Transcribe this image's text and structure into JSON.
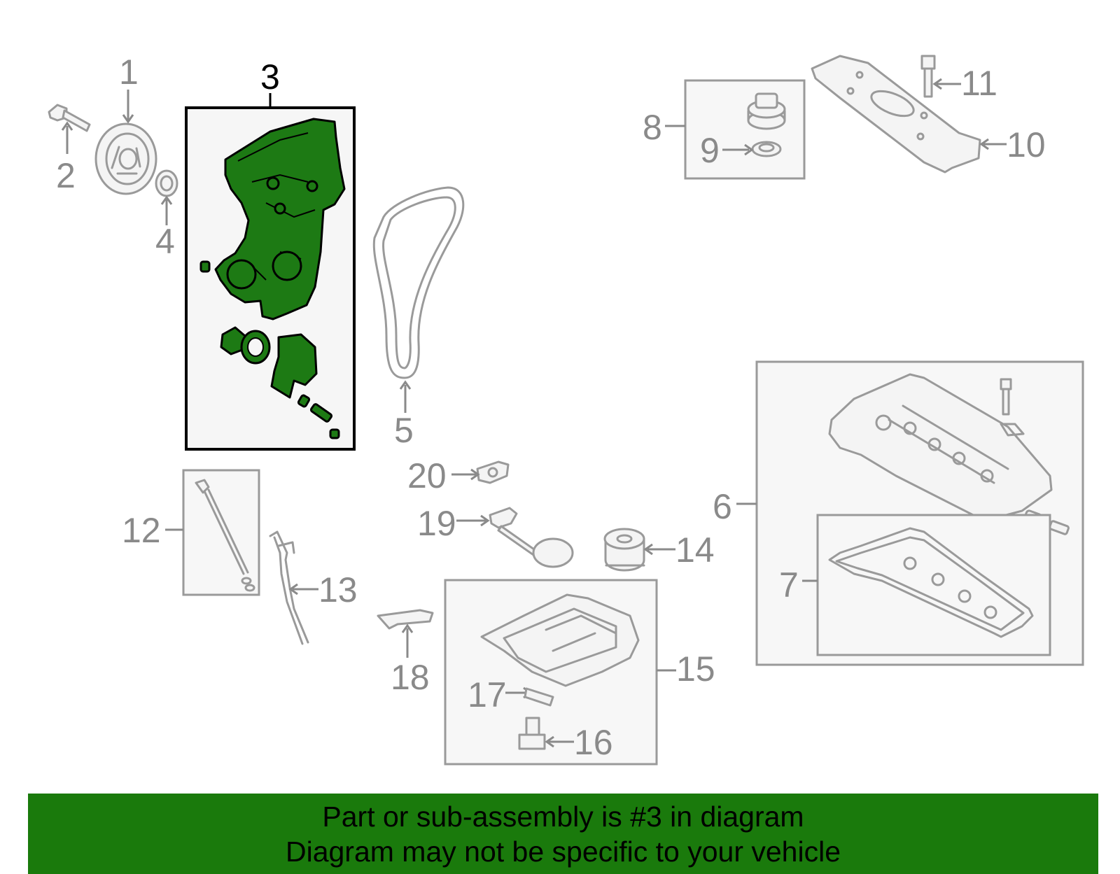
{
  "callouts": {
    "c1": "1",
    "c2": "2",
    "c3": "3",
    "c4": "4",
    "c5": "5",
    "c6": "6",
    "c7": "7",
    "c8": "8",
    "c9": "9",
    "c10": "10",
    "c11": "11",
    "c12": "12",
    "c13": "13",
    "c14": "14",
    "c15": "15",
    "c16": "16",
    "c17": "17",
    "c18": "18",
    "c19": "19",
    "c20": "20"
  },
  "highlighted_part": "3",
  "colors": {
    "highlight": "#1d7a14",
    "banner": "#1a7a0c",
    "parts": "#9a9a9a"
  },
  "banner": {
    "line1": "Part or sub-assembly is #3 in diagram",
    "line2": "Diagram may not be specific to your vehicle"
  }
}
